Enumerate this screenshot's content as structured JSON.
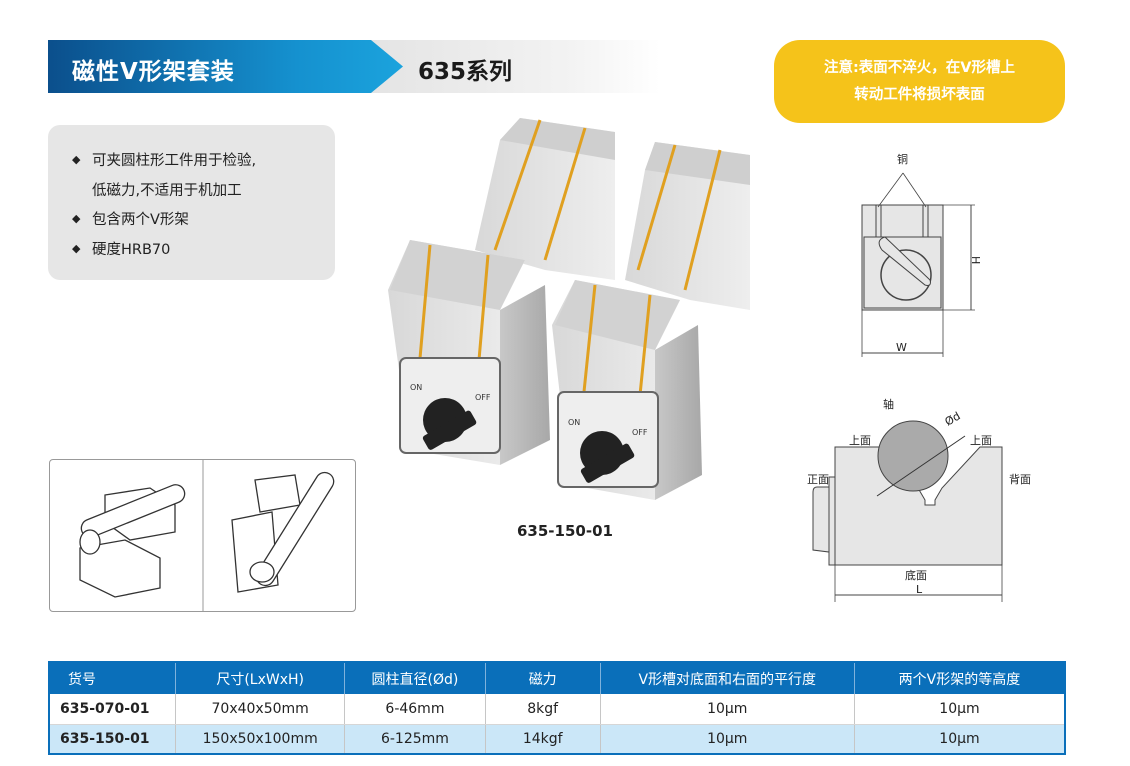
{
  "header": {
    "title": "磁性V形架套装",
    "series": "635系列"
  },
  "notice": {
    "line1": "注意:表面不淬火，在V形槽上",
    "line2": "转动工件将损坏表面"
  },
  "features": [
    {
      "text": "可夹圆柱形工件用于检验,"
    },
    {
      "text": "低磁力,不适用于机加工"
    },
    {
      "text": "包含两个V形架"
    },
    {
      "text": "硬度HRB70"
    }
  ],
  "product": {
    "caption": "635-150-01",
    "switch_on": "ON",
    "switch_off": "OFF"
  },
  "diagram_front": {
    "copper": "铜",
    "height": "H",
    "width": "W"
  },
  "diagram_side": {
    "shaft": "轴",
    "diameter": "Ød",
    "top_left": "上面",
    "top_right": "上面",
    "front": "正面",
    "back": "背面",
    "bottom": "底面",
    "length": "L"
  },
  "colors": {
    "blue": "#0a6fba",
    "yellow": "#f5c31a",
    "row_alt": "#cbe7f8",
    "copper": "#e0a020"
  },
  "table": {
    "headers": [
      "货号",
      "尺寸(LxWxH)",
      "圆柱直径(Ød)",
      "磁力",
      "V形槽对底面和右面的平行度",
      "两个V形架的等高度"
    ],
    "rows": [
      [
        "635-070-01",
        "70x40x50mm",
        "6-46mm",
        "8kgf",
        "10μm",
        "10μm"
      ],
      [
        "635-150-01",
        "150x50x100mm",
        "6-125mm",
        "14kgf",
        "10μm",
        "10μm"
      ]
    ]
  }
}
